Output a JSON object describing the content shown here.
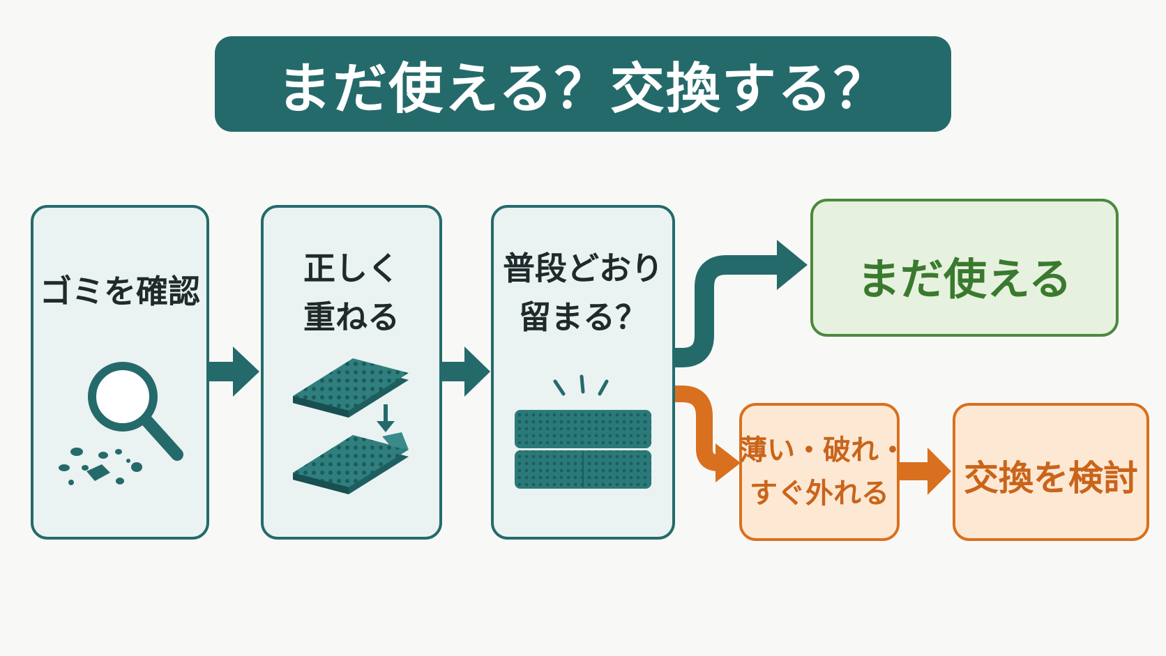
{
  "title": "まだ使える？交換する？",
  "steps": [
    {
      "line1": "ゴミを確認",
      "line2": ""
    },
    {
      "line1": "正しく",
      "line2": "重ねる"
    },
    {
      "line1": "普段どおり",
      "line2": "留まる？"
    }
  ],
  "outcome_ok": {
    "label": "まだ使える"
  },
  "outcome_bad": {
    "line1": "薄い・破れ・",
    "line2": "すぐ外れる"
  },
  "outcome_replace": {
    "label": "交換を検討"
  },
  "colors": {
    "teal": "#256a6b",
    "teal_light": "#eaf2f2",
    "green": "#4a8a3c",
    "green_light": "#e7f1df",
    "orange": "#d9701f",
    "orange_light": "#fde8d4"
  },
  "icons": [
    "magnifier-icon",
    "debris-icon",
    "stacking-pads-icon",
    "down-arrow-icon",
    "fastened-pads-icon"
  ]
}
